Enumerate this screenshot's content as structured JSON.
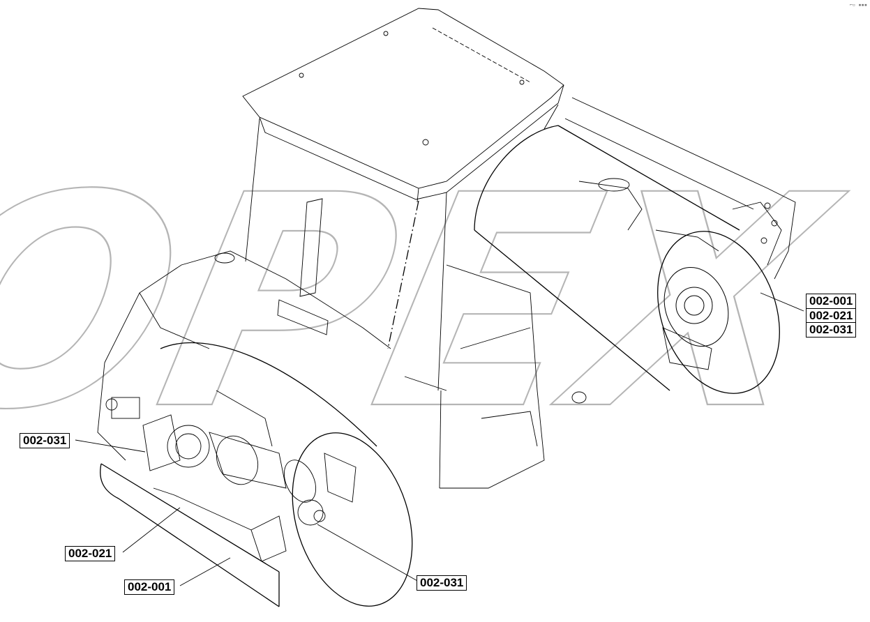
{
  "watermark": "OPEX",
  "corner_mark": "⌐▫ ▪▪▪",
  "callouts": {
    "right_stack": [
      "002-001",
      "002-021",
      "002-031"
    ],
    "left_upper": "002-031",
    "left_middle": "002-021",
    "left_lower": "002-001",
    "bottom_right": "002-031"
  },
  "colors": {
    "line": "#000000",
    "watermark": "#b5b5b5"
  }
}
